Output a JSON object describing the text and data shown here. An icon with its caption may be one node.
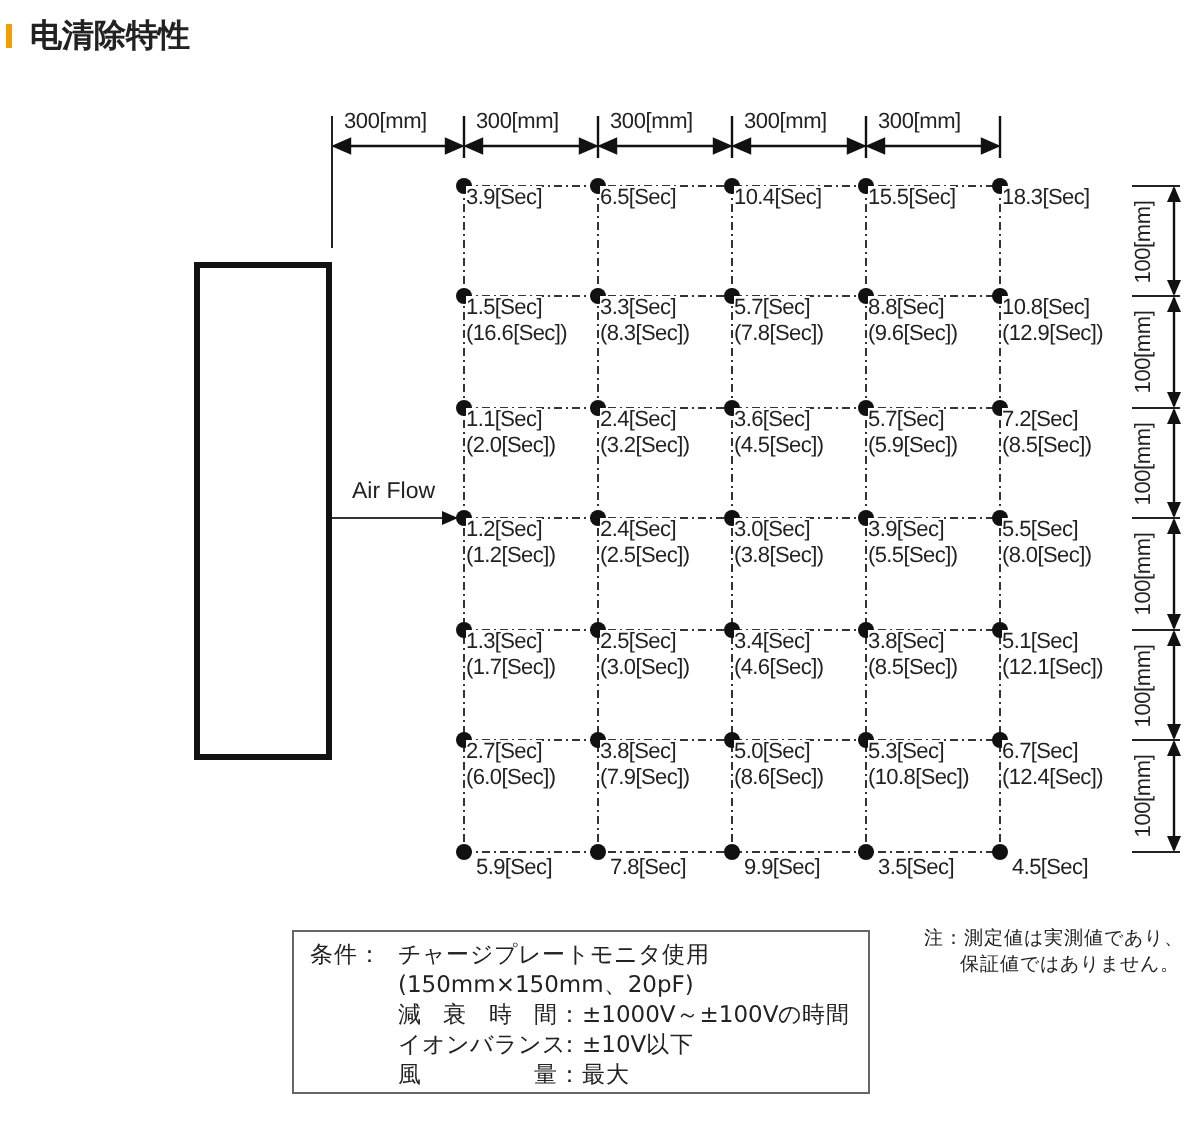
{
  "diagram": {
    "title": "电清除特性",
    "nodes": [
      {
        "text": [],
        "shape": "box"
      },
      {
        "text": [
          "3.9[Sec]"
        ]
      },
      {
        "text": [
          "6.5[Sec]"
        ]
      },
      {
        "text": [
          "10.4[Sec]"
        ]
      },
      {
        "text": [
          "15.5[Sec]"
        ]
      },
      {
        "text": [
          "18.3[Sec]"
        ]
      },
      {
        "text": [
          "1.5[Sec]",
          "(16.6[Sec])"
        ]
      },
      {
        "text": [
          "3.3[Sec]",
          "(8.3[Sec])"
        ]
      },
      {
        "text": [
          "5.7[Sec]",
          "(7.8[Sec])"
        ]
      },
      {
        "text": [
          "8.8[Sec]",
          "(9.6[Sec])"
        ]
      },
      {
        "text": [
          "10.8[Sec]",
          "(12.9[Sec])"
        ]
      },
      {
        "text": [
          "1.1[Sec]",
          "(2.0[Sec])"
        ]
      },
      {
        "text": [
          "2.4[Sec]",
          "(3.2[Sec])"
        ]
      },
      {
        "text": [
          "3.6[Sec]",
          "(4.5[Sec])"
        ]
      },
      {
        "text": [
          "5.7[Sec]",
          "(5.9[Sec])"
        ]
      },
      {
        "text": [
          "7.2[Sec]",
          "(8.5[Sec])"
        ]
      },
      {
        "text": [
          "1.2[Sec]",
          "(1.2[Sec])"
        ]
      },
      {
        "text": [
          "2.4[Sec]",
          "(2.5[Sec])"
        ]
      },
      {
        "text": [
          "3.0[Sec]",
          "(3.8[Sec])"
        ]
      },
      {
        "text": [
          "3.9[Sec]",
          "(5.5[Sec])"
        ]
      },
      {
        "text": [
          "5.5[Sec]",
          "(8.0[Sec])"
        ]
      },
      {
        "text": [
          "1.3[Sec]",
          "(1.7[Sec])"
        ]
      },
      {
        "text": [
          "2.5[Sec]",
          "(3.0[Sec])"
        ]
      },
      {
        "text": [
          "3.4[Sec]",
          "(4.6[Sec])"
        ]
      },
      {
        "text": [
          "3.8[Sec]",
          "(8.5[Sec])"
        ]
      },
      {
        "text": [
          "5.1[Sec]",
          "(12.1[Sec])"
        ]
      },
      {
        "text": [
          "2.7[Sec]",
          "(6.0[Sec])"
        ]
      },
      {
        "text": [
          "3.8[Sec]",
          "(7.9[Sec])"
        ]
      },
      {
        "text": [
          "5.0[Sec]",
          "(8.6[Sec])"
        ]
      },
      {
        "text": [
          "5.3[Sec]",
          "(10.8[Sec])"
        ]
      },
      {
        "text": [
          "6.7[Sec]",
          "(12.4[Sec])"
        ]
      },
      {
        "text": [
          "5.9[Sec]"
        ]
      },
      {
        "text": [
          "7.8[Sec]"
        ]
      },
      {
        "text": [
          "9.9[Sec]"
        ]
      },
      {
        "text": [
          "3.5[Sec]"
        ]
      },
      {
        "text": [
          "4.5[Sec]"
        ]
      },
      {
        "text": [
          "条件：",
          "チャージプレートモニタ使用",
          "(150mm×150mm、20pF)",
          "減衰時間",
          "：±1000V～±100Vの時間",
          "イオンバランス",
          "：±10V以下",
          "風量",
          "：最大"
        ]
      }
    ],
    "edges": [
      {
        "from": 0,
        "to": 16,
        "arrow": "to",
        "label": "Air Flow"
      }
    ],
    "labels": [
      "300[mm]",
      "300[mm]",
      "300[mm]",
      "300[mm]",
      "300[mm]",
      "100[mm]",
      "100[mm]",
      "100[mm]",
      "100[mm]",
      "100[mm]",
      "100[mm]",
      "注：測定値は実測値であり、保証値ではありません。"
    ]
  }
}
